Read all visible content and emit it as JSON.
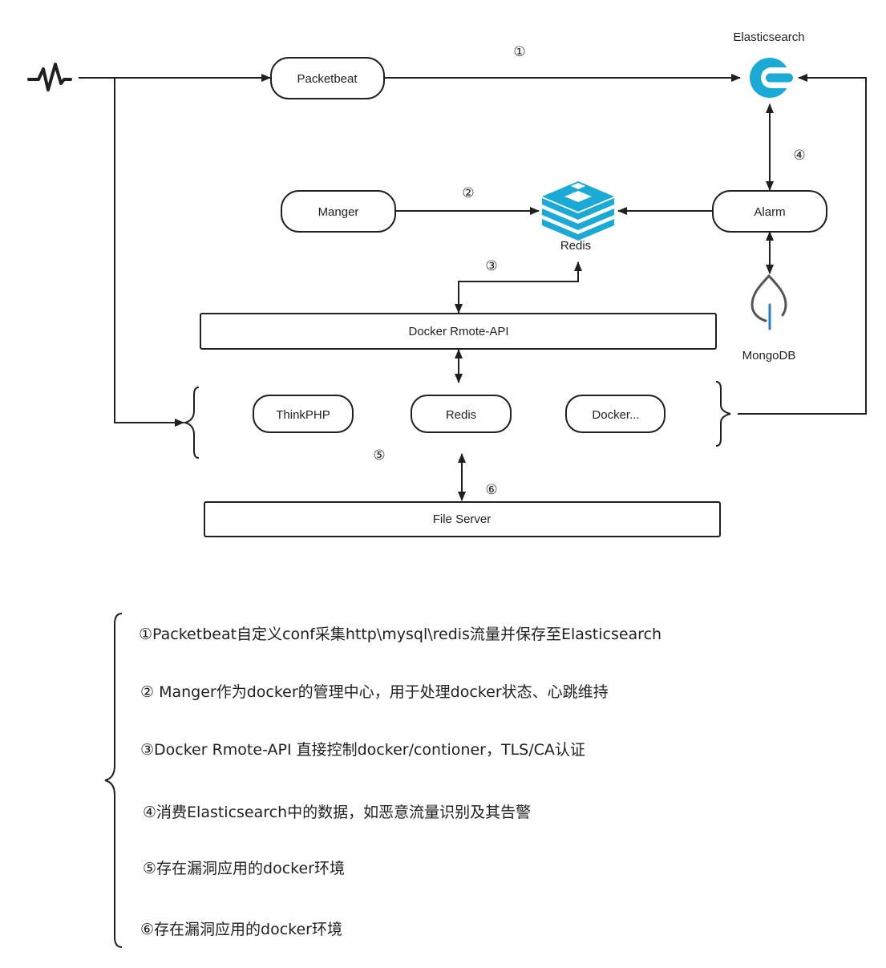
{
  "nodes": {
    "packetbeat": "Packetbeat",
    "manger": "Manger",
    "alarm": "Alarm",
    "docker_api": "Docker Rmote-API",
    "thinkphp": "ThinkPHP",
    "redis_box": "Redis",
    "docker_more": "Docker...",
    "file_server": "File Server"
  },
  "labels": {
    "elasticsearch": "Elasticsearch",
    "redis": "Redis",
    "mongodb": "MongoDB"
  },
  "markers": {
    "m1": "①",
    "m2": "②",
    "m3": "③",
    "m4": "④",
    "m5": "⑤",
    "m6": "⑥"
  },
  "notes": [
    "①Packetbeat自定义conf采集http\\mysql\\redis流量并保存至Elasticsearch",
    "② Manger作为docker的管理中心，用于处理docker状态、心跳维持",
    "③Docker Rmote-API 直接控制docker/contioner，TLS/CA认证",
    "④消费Elasticsearch中的数据，如恶意流量识别及其告警",
    "⑤存在漏洞应用的docker环境",
    "⑥存在漏洞应用的docker环境"
  ],
  "colors": {
    "line": "#1f1f1f",
    "elastic": "#1ba9d6",
    "redis": "#1ba9d6",
    "mongo_leaf": "#555555",
    "mongo_stem": "#2b7fc1"
  },
  "icons": [
    "pulse-icon",
    "elasticsearch-logo-icon",
    "redis-logo-icon",
    "mongodb-leaf-icon"
  ]
}
